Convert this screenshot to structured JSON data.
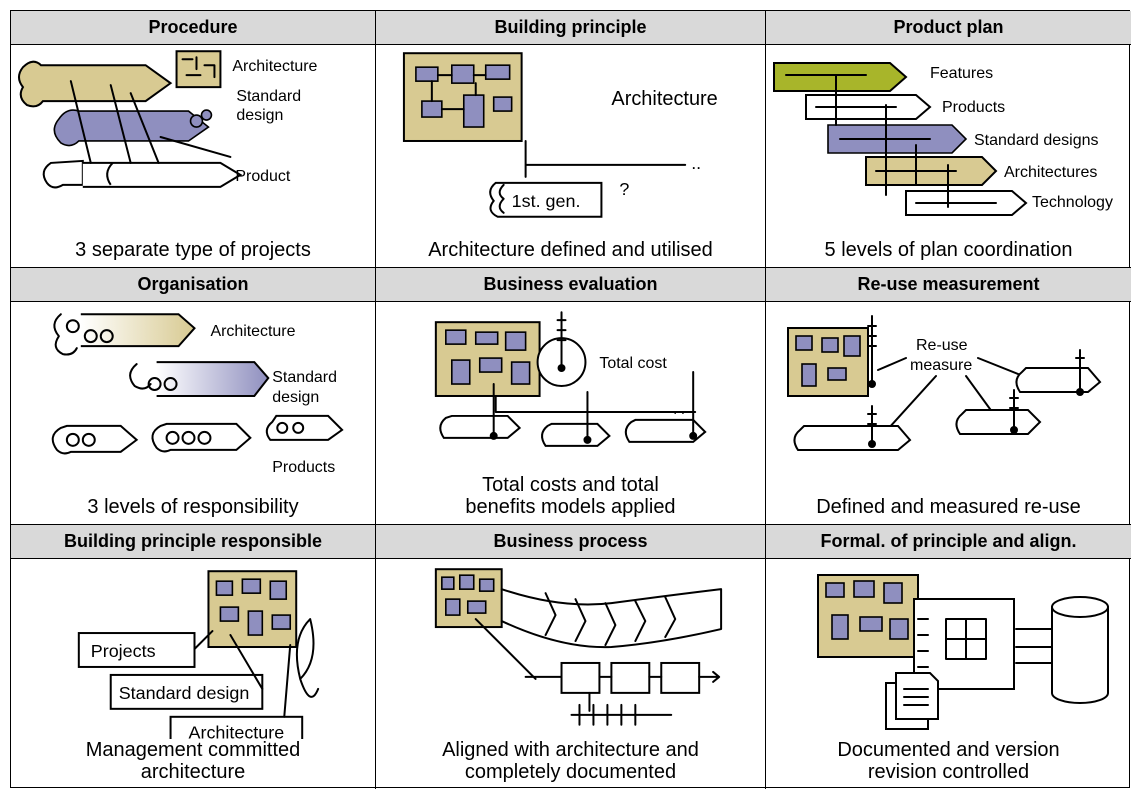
{
  "cells": [
    {
      "title": "Procedure",
      "caption": [
        "3 separate type of projects"
      ],
      "labels": {
        "a": "Architecture",
        "b1": "Standard",
        "b2": "design",
        "c": "Product"
      }
    },
    {
      "title": "Building principle",
      "caption": [
        "Architecture defined and utilised"
      ],
      "labels": {
        "a": "Architecture",
        "b": "1st. gen.",
        "b_sup": "st.",
        "b_main": "1",
        "b_tail": " gen.",
        "q": "?"
      }
    },
    {
      "title": "Product plan",
      "caption": [
        "5 levels of plan coordination"
      ],
      "labels": {
        "l1": "Features",
        "l2": "Products",
        "l3": "Standard designs",
        "l4": "Architectures",
        "l5": "Technology"
      }
    },
    {
      "title": "Organisation",
      "caption": [
        "3 levels of responsibility"
      ],
      "labels": {
        "a": "Architecture",
        "b1": "Standard",
        "b2": "design",
        "c": "Products"
      }
    },
    {
      "title": "Business evaluation",
      "caption": [
        "Total costs and total",
        "benefits models applied"
      ],
      "labels": {
        "a": "Total cost"
      }
    },
    {
      "title": "Re-use measurement",
      "caption": [
        "Defined and measured re-use"
      ],
      "labels": {
        "a1": "Re-use",
        "a2": "measure"
      }
    },
    {
      "title": "Building principle responsible",
      "caption": [
        "Management committed",
        "architecture"
      ],
      "labels": {
        "a": "Projects",
        "b": "Standard design",
        "c": "Architecture"
      }
    },
    {
      "title": "Business process",
      "caption": [
        "Aligned with architecture and",
        "completely documented"
      ],
      "labels": {}
    },
    {
      "title": "Formal. of principle and align.",
      "caption": [
        "Documented and version",
        "revision controlled"
      ],
      "labels": {}
    }
  ],
  "colors": {
    "tan": "#d8ca92",
    "blue": "#8f8fbf",
    "olive": "#a8b52a",
    "header_bg": "#d9d9d9"
  }
}
